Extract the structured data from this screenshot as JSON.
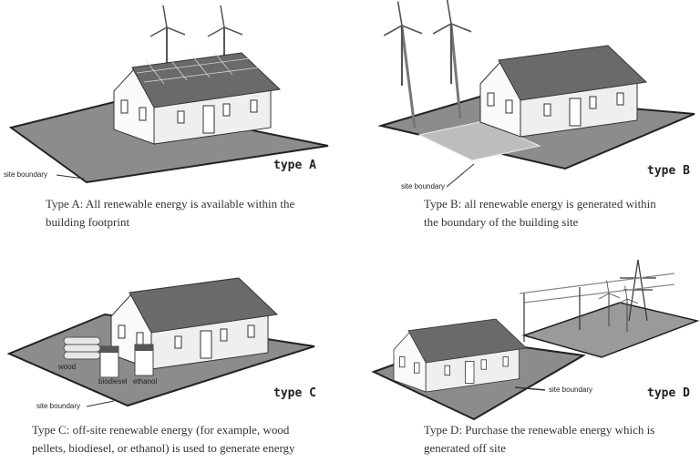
{
  "panels": [
    {
      "type_label": "type A",
      "site_boundary": "site boundary",
      "caption_line1": "Type A:   All renewable energy is available within the",
      "caption_line2": "building footprint"
    },
    {
      "type_label": "type B",
      "site_boundary": "site boundary",
      "caption_line1": "Type B:   all renewable energy is generated within",
      "caption_line2": "the boundary of the building site"
    },
    {
      "type_label": "type C",
      "site_boundary": "site boundary",
      "labels": {
        "wood": "wood",
        "biodiesel": "biodiesel",
        "ethanol": "ethanol"
      },
      "caption_line1": "Type C:   off-site renewable energy (for example, wood",
      "caption_line2": "pellets, biodiesel, or ethanol) is used to generate energy"
    },
    {
      "type_label": "type D",
      "site_boundary": "site boundary",
      "caption_line1": "Type D:   Purchase the renewable energy which is",
      "caption_line2": "generated off site"
    }
  ],
  "colors": {
    "ground": "#8c8c8c",
    "roof": "#6a6a6a",
    "wall": "#f4f4f4",
    "edge": "#222222"
  }
}
